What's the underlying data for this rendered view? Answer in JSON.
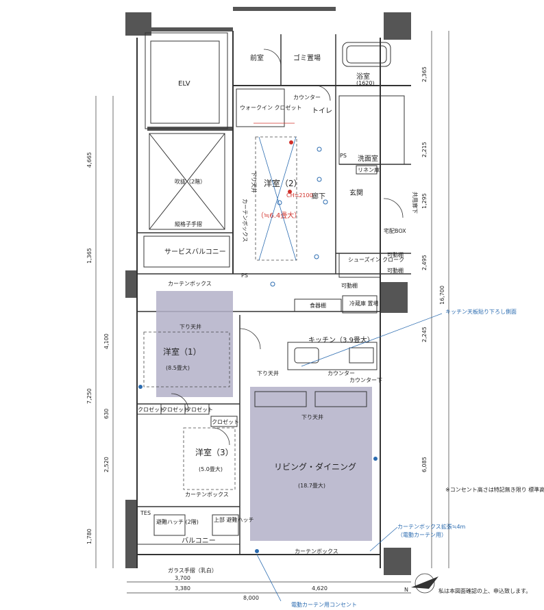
{
  "rooms": {
    "elv": "ELV",
    "front": "前室",
    "trash": "ゴミ置場",
    "bath": "浴室",
    "bath_size": "(1620)",
    "toilet": "トイレ",
    "counter_toilet": "カウンター",
    "walkin_closet": "ウォークイン\nクロゼット",
    "western2": "洋室（2）",
    "western2_size": "（≒6.4畳大）",
    "hall": "廊下",
    "entrance": "玄関",
    "washroom": "洗面室",
    "shoes_in": "シューズイン\nクローク",
    "fukinuke": "吹抜（2階）",
    "service_balcony": "サービスバルコニー",
    "western1": "洋室（1）",
    "western1_size": "(8.5畳大)",
    "kitchen": "キッチン（3.9畳大）",
    "western3": "洋室（3）",
    "western3_size": "(5.0畳大)",
    "living": "リビング・ダイニング",
    "living_size": "(18.7畳大)",
    "balcony": "バルコニー",
    "pantry": "食器棚",
    "fridge": "冷蔵庫\n置場",
    "linen": "リネン庫",
    "closet": "クロゼット",
    "tarp": "縦格子手摺",
    "evac_hatch": "避難ハッチ\n(2階)",
    "evac_hatch_up": "上部\n避難ハッチ",
    "tes": "TES",
    "box": "宅配BOX",
    "sagari": "下り天井",
    "curtain_box": "カーテンボックス",
    "counter": "カウンター",
    "counter_under": "カウンター下",
    "movable": "可動棚",
    "ps": "PS",
    "ch": "CH≒2100",
    "kyoyo": "共用廊下"
  },
  "annotations": {
    "kitchen_note": "キッチン天板貼り下ろし側面",
    "outlet_note": "※コンセント高さは特記無き限り\n標準高さに準ずる。",
    "curtain_note_1": "カーテンボックス拡張≒4m",
    "curtain_note_2": "（電動カーテン用）",
    "electric_outlet": "電動カーテン用コンセント",
    "glass_rail": "ガラス手摺（乳白）",
    "bottom_note": "私は本図面確認の上、申込致します。"
  },
  "dimensions": {
    "right": [
      "2,365",
      "2,215",
      "1,295",
      "2,495",
      "16,700",
      "2,245",
      "6,085"
    ],
    "left": [
      "4,665",
      "1,365",
      "4,100",
      "7,250",
      "630",
      "2,520",
      "1,780"
    ],
    "bottom": [
      "3,700",
      "3,380",
      "4,620",
      "8,000"
    ]
  },
  "colors": {
    "room_shade": "#b3b0c8",
    "annotation_blue": "#2a6bb0",
    "annotation_red": "#d0302a"
  },
  "icons": {
    "north_arrow": "north-arrow-icon"
  }
}
